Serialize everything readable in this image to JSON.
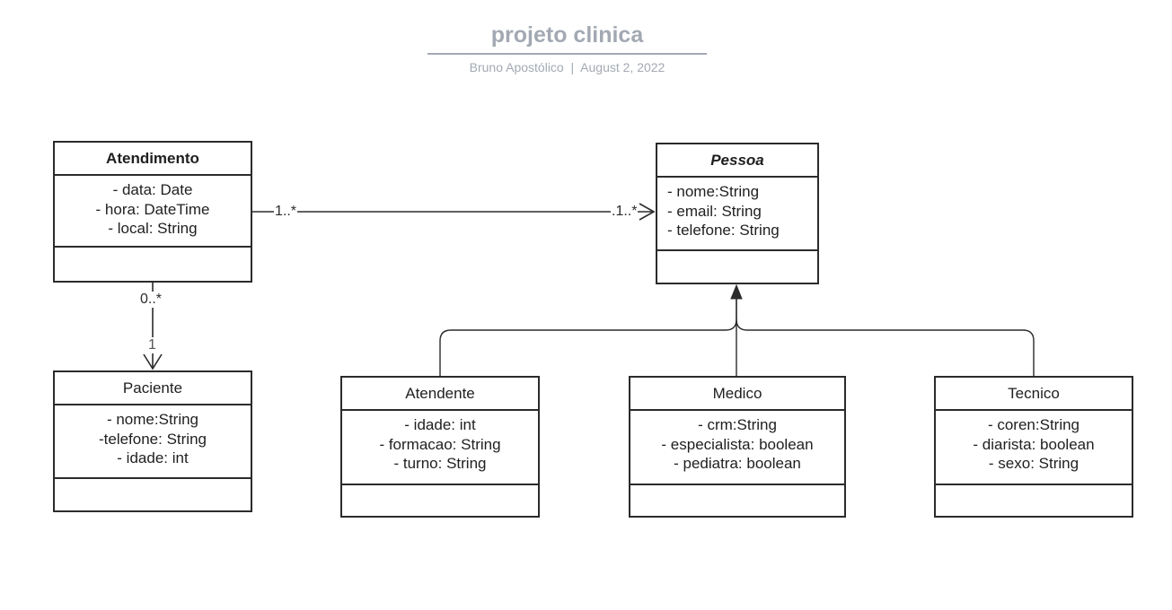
{
  "header": {
    "title": "projeto clinica",
    "author": "Bruno Apostólico",
    "separator": "|",
    "date": "August 2, 2022"
  },
  "classes": {
    "atendimento": {
      "name": "Atendimento",
      "attributes": [
        "- data: Date",
        "- hora: DateTime",
        "- local: String"
      ]
    },
    "pessoa": {
      "name": "Pessoa",
      "abstract": true,
      "attributes": [
        "- nome:String",
        "- email: String",
        "- telefone: String"
      ]
    },
    "paciente": {
      "name": "Paciente",
      "attributes": [
        "- nome:String",
        "-telefone: String",
        "- idade: int"
      ]
    },
    "atendente": {
      "name": "Atendente",
      "attributes": [
        "- idade: int",
        "- formacao: String",
        "- turno: String"
      ]
    },
    "medico": {
      "name": "Medico",
      "attributes": [
        "- crm:String",
        "- especialista: boolean",
        "- pediatra: boolean"
      ]
    },
    "tecnico": {
      "name": "Tecnico",
      "attributes": [
        "- coren:String",
        "- diarista: boolean",
        "- sexo: String"
      ]
    }
  },
  "relationships": {
    "atendimento_pessoa": {
      "source_multiplicity": "1..*",
      "target_multiplicity": ".1..*"
    },
    "atendimento_paciente": {
      "source_multiplicity": "0..*",
      "target_multiplicity": "1"
    }
  },
  "colors": {
    "line": "#2b2b2b",
    "header_text": "#a3a9b3"
  }
}
